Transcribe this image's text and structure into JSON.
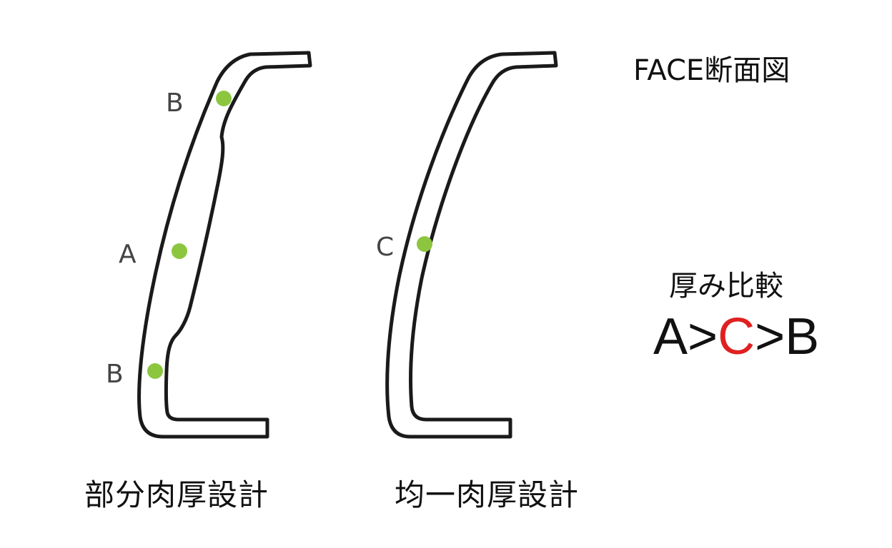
{
  "title": "FACE断面図",
  "comparison": {
    "heading": "厚み比較",
    "formula": {
      "part1": "A>",
      "highlight": "C",
      "part2": ">B",
      "highlight_color": "#e02020"
    }
  },
  "sections": [
    {
      "caption": "部分肉厚設計",
      "points": [
        {
          "label": "B"
        },
        {
          "label": "A"
        },
        {
          "label": "B"
        }
      ]
    },
    {
      "caption": "均一肉厚設計",
      "points": [
        {
          "label": "C"
        }
      ]
    }
  ],
  "colors": {
    "outline": "#1a1a1a",
    "point": "#8cc63f",
    "text": "#111111"
  }
}
